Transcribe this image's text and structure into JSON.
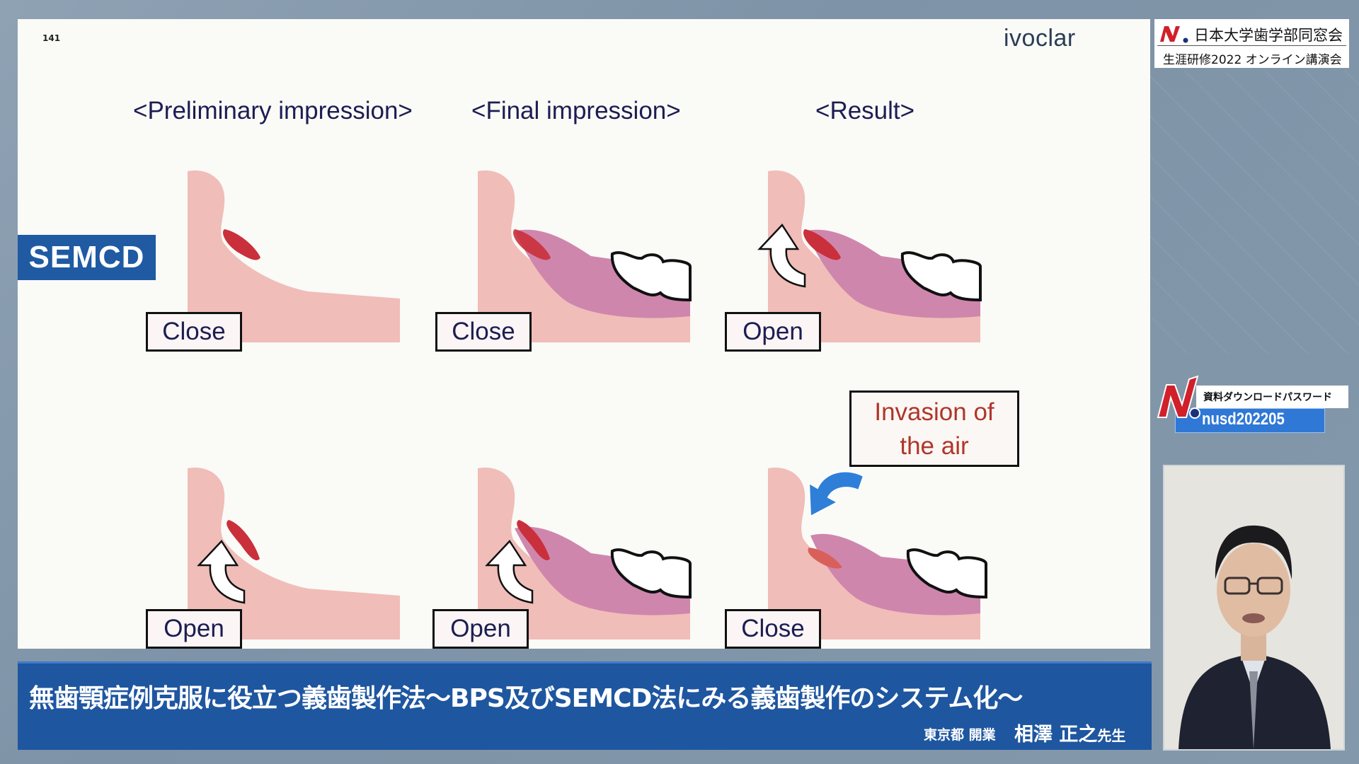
{
  "slide": {
    "number": "141",
    "brand": "ivoclar",
    "badge": "SEMCD",
    "columns": [
      {
        "title": "<Preliminary impression>"
      },
      {
        "title": "<Final impression>"
      },
      {
        "title": "<Result>"
      }
    ],
    "states": {
      "r1c1": "Close",
      "r1c2": "Close",
      "r1c3": "Open",
      "r2c1": "Open",
      "r2c2": "Open",
      "r2c3": "Close"
    },
    "note": {
      "line1": "Invasion of",
      "line2": "the air"
    },
    "colors": {
      "tissue": "#f0bdb8",
      "muscle": "#c9303b",
      "denture": "#cf86ad",
      "accent_arrow": "#2f7fd8"
    }
  },
  "organization": {
    "name": "日本大学歯学部同窓会",
    "event": "生涯研修2022 オンライン講演会"
  },
  "password": {
    "label": "資料ダウンロードパスワード",
    "value": "nusd202205"
  },
  "banner": {
    "title": "無歯顎症例克服に役立つ義歯製作法〜BPS及びSEMCD法にみる義歯製作のシステム化〜",
    "location": "東京都 開業",
    "speaker": "相澤 正之",
    "honorific": "先生"
  },
  "video": {
    "icon": "presenter-video-icon"
  }
}
